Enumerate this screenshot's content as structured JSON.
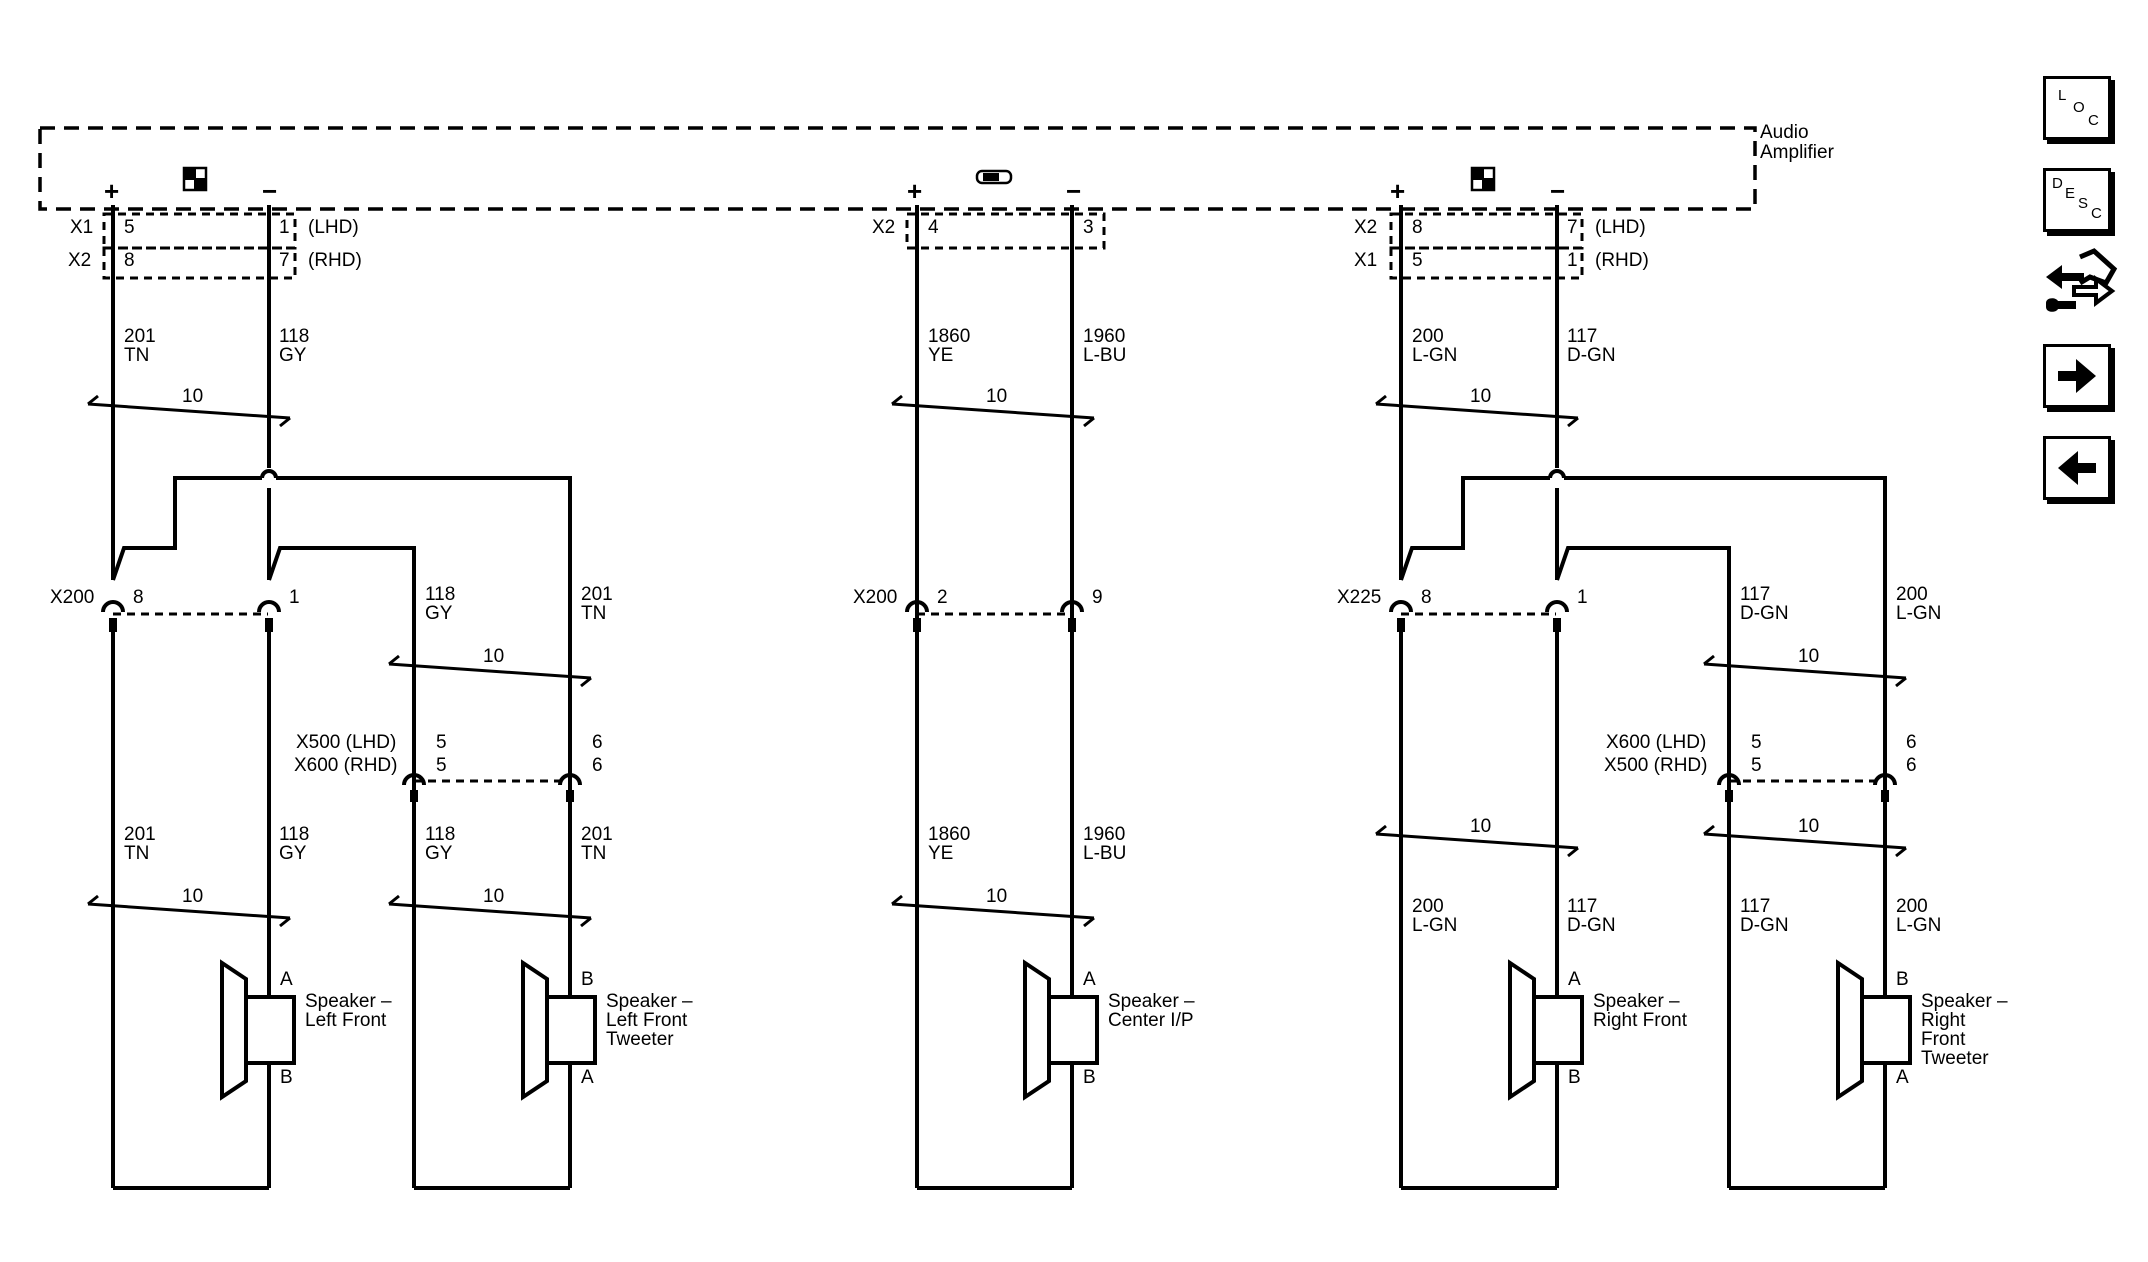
{
  "amplifier": {
    "name_line1": "Audio",
    "name_line2": "Amplifier"
  },
  "connectors": {
    "x1": "X1",
    "x2": "X2",
    "lhd": "(LHD)",
    "rhd": "(RHD)",
    "x200": "X200",
    "x225": "X225",
    "x500_lhd": "X500 (LHD)",
    "x600_rhd": "X600 (RHD)",
    "x600_lhd": "X600 (LHD)",
    "x500_rhd": "X500 (RHD)"
  },
  "polarity": {
    "plus": "+",
    "minus": "−"
  },
  "pins": {
    "lf_x1_plus": "5",
    "lf_x1_minus": "1",
    "lf_x2_plus": "8",
    "lf_x2_minus": "7",
    "c_x2_plus": "4",
    "c_x2_minus": "3",
    "rf_x2_plus": "8",
    "rf_x2_minus": "7",
    "rf_x1_plus": "5",
    "rf_x1_minus": "1",
    "x200_left_plus": "8",
    "x200_left_minus": "1",
    "x200_center_plus": "2",
    "x200_center_minus": "9",
    "x225_plus": "8",
    "x225_minus": "1",
    "x500_lhd_a": "5",
    "x500_lhd_b": "6",
    "x600_rhd_a": "5",
    "x600_rhd_b": "6",
    "x600_lhd_a": "5",
    "x600_lhd_b": "6",
    "x500_rhd_a": "5",
    "x500_rhd_b": "6"
  },
  "wires": {
    "w201": "201",
    "tn": "TN",
    "w118": "118",
    "gy": "GY",
    "w1860": "1860",
    "ye": "YE",
    "w1960": "1960",
    "lbu": "L-BU",
    "w200": "200",
    "lgn": "L-GN",
    "w117": "117",
    "dgn": "D-GN"
  },
  "twist": "10",
  "speaker_pins": {
    "a": "A",
    "b": "B"
  },
  "speakers": {
    "left_front": [
      "Speaker –",
      "Left Front"
    ],
    "left_front_tweeter": [
      "Speaker –",
      "Left Front",
      "Tweeter"
    ],
    "center": [
      "Speaker –",
      "Center I/P"
    ],
    "right_front": [
      "Speaker –",
      "Right Front"
    ],
    "right_front_tweeter": [
      "Speaker –",
      "Right",
      "Front",
      "Tweeter"
    ]
  },
  "nav": {
    "loc": {
      "l": "L",
      "o": "O",
      "c": "C"
    },
    "desc": {
      "d": "D",
      "e": "E",
      "s": "S",
      "c": "C"
    }
  },
  "icons": [
    "loc-icon",
    "desc-icon",
    "tools-icon",
    "arrow-right-icon",
    "arrow-left-icon",
    "fused-ground-icon",
    "ground-icon"
  ]
}
